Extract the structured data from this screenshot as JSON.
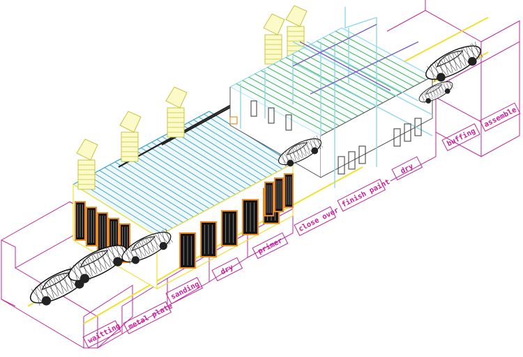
{
  "stations": [
    {
      "id": "waiting",
      "label": "waitting"
    },
    {
      "id": "metal-plate",
      "label": "metal plate"
    },
    {
      "id": "sanding",
      "label": "sanding"
    },
    {
      "id": "dry-1",
      "label": "dry"
    },
    {
      "id": "primer",
      "label": "primer"
    },
    {
      "id": "close-over",
      "label": "close over"
    },
    {
      "id": "finish-paint",
      "label": "finish paint"
    },
    {
      "id": "dry-2",
      "label": "dry"
    },
    {
      "id": "buffing",
      "label": "buffing"
    },
    {
      "id": "assemble",
      "label": "assemble"
    }
  ],
  "colors": {
    "zone_outline": "#c0249c",
    "label_text": "#cc1f9e",
    "roof_line": "#3aa0c8",
    "booth_frame": "#8fd8e6",
    "curtain": "#f08a1c",
    "duct": "#e6e25a",
    "rail": "#f2e030",
    "green_roof": "#3fb04a",
    "purple_line": "#7a5cc8"
  }
}
